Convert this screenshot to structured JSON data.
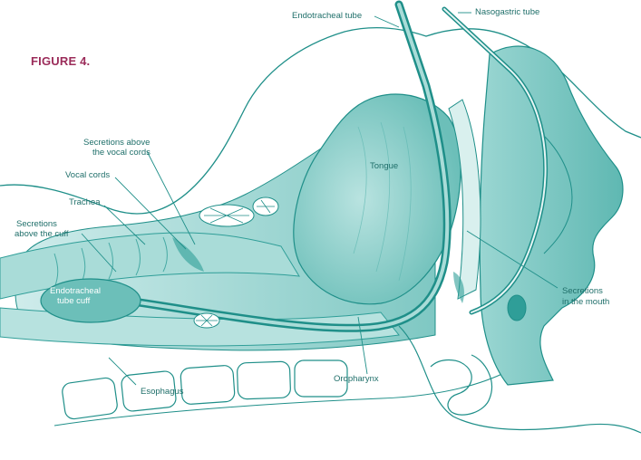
{
  "figure": {
    "title": "FIGURE 4."
  },
  "labels": {
    "endotracheal_tube": "Endotracheal tube",
    "nasogastric_tube": "Nasogastric tube",
    "secretions_above_vocal_cords_line1": "Secretions above",
    "secretions_above_vocal_cords_line2": "the vocal cords",
    "vocal_cords": "Vocal cords",
    "trachea": "Trachea",
    "secretions_above_cuff_line1": "Secretions",
    "secretions_above_cuff_line2": "above the cuff",
    "tongue": "Tongue",
    "endotracheal_tube_cuff_line1": "Endotracheal",
    "endotracheal_tube_cuff_line2": "tube cuff",
    "secretions_in_mouth_line1": "Secretions",
    "secretions_in_mouth_line2": "in the mouth",
    "oropharynx": "Oropharynx",
    "esophagus": "Esophagus"
  },
  "colors": {
    "tissue": "#8fd0cc",
    "tissue_dark": "#2f9e98",
    "outline": "#1f8f89",
    "title": "#9b2c5a"
  }
}
